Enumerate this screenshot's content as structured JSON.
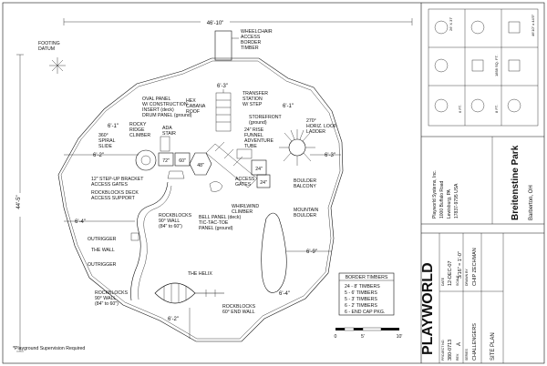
{
  "dimensions": {
    "top_width": "46'-10\"",
    "left_height": "44'-5\"",
    "d_6_3_top": "6'-3\"",
    "d_6_1_right": "6'-1\"",
    "d_6_1_left": "6'-1\"",
    "d_6_2_left": "6'-2\"",
    "d_6_3_right": "6'-3\"",
    "d_6_4_left": "6'-4\"",
    "d_6_9_right": "6'-9\"",
    "d_6_4_bottom": "6'-4\"",
    "d_6_2_bottom": "6'-2\""
  },
  "labels": {
    "footing_datum": "FOOTING\nDATUM",
    "wheelchair": "WHEELCHAIR\nACCESS\nBORDER\nTIMBER",
    "transfer": "TRANSFER\nSTATION\nW/ STEP",
    "storefront": "STOREFRONT\n(ground)",
    "horiz_loop": "270°\nHORIZ. LOOP\nLADDER",
    "funnel": "24\" RISE\nFUNNEL\nADVENTURE\nTUBE",
    "hex_cabana": "HEX\nCABANA\nROOF",
    "oval_panel": "OVAL PANEL\nW/ CONSTRUCTION\nINSERT (deck)\nDRUM PANEL (ground)",
    "ada_stair": "ADA\nSTAIR",
    "rocky_ridge": "ROCKY\nRIDGE\nCLIMBER",
    "spiral_slide": "360°\nSPIRAL\nSLIDE",
    "step_up": "12\" STEP-UP BRACKET\nACCESS GATES",
    "rockblocks_deck": "ROCKBLOCKS DECK\nACCESS SUPPORT",
    "access_gates": "ACCESS\nGATES",
    "boulder_balcony": "BOULDER\nBALCONY",
    "mountain_boulder": "MOUNTAIN\nBOULDER",
    "whirlwind": "WHIRLWIND\nCLIMBER",
    "bell_panel": "BELL PANEL (deck)\nTIC-TAC-TOE\nPANEL (ground)",
    "rockblocks_wall_top": "ROCKBLOCKS\n90° WALL\n(84\" to 60\")",
    "outrigger_1": "OUTRIGGER",
    "the_wall": "THE WALL",
    "outrigger_2": "OUTRIGGER",
    "the_helix": "THE HELIX",
    "rockblocks_wall_bottom": "ROCKBLOCKS\n90° WALL\n(84\" to 60\")",
    "rockblocks_end_wall": "ROCKBLOCKS\n60° END WALL",
    "supervision": "*Playground Supervision Required",
    "deck_72": "72\"",
    "deck_60": "60\"",
    "deck_48": "48\"",
    "deck_24a": "24\"",
    "deck_24b": "24\""
  },
  "border_timbers": {
    "title": "BORDER TIMBERS",
    "rows": [
      "24 - 8' TIMBERS",
      "5 - 6' TIMBERS",
      "5 - 3' TIMBERS",
      "6 - 2' TIMBERS",
      "6 - END CAP PKG."
    ]
  },
  "scale_bar": {
    "start": "0",
    "mid": "5'",
    "end": "10'"
  },
  "title_block": {
    "park_name": "Breitenstine Park",
    "location": "Barberton, OH",
    "company_lines": [
      "Playworld Systems, Inc.",
      "1000 Buffalo Road",
      "Lewisburg, PA",
      "17837-9795 USA"
    ],
    "project_no_label": "PROJECT NO.",
    "project_no": "380-0713",
    "date_label": "DATE",
    "date": "12-DEC-07",
    "rev_label": "REV.",
    "rev": "A",
    "scale_label": "SCALE",
    "scale": "3/16\" = 1'-0\"",
    "series_label": "SERIES",
    "series": "CHALLENGERS",
    "drawn_label": "DRAWN BY",
    "drawn": "CHIP ZECHMAN",
    "sheet": "SITE PLAN",
    "logo": "PLAYWORLD",
    "icon_texts": [
      "26' X 37'",
      "46'10\" x 44'5\"",
      "1858 SQ. FT.",
      "6 FT.",
      "8 FT."
    ]
  }
}
